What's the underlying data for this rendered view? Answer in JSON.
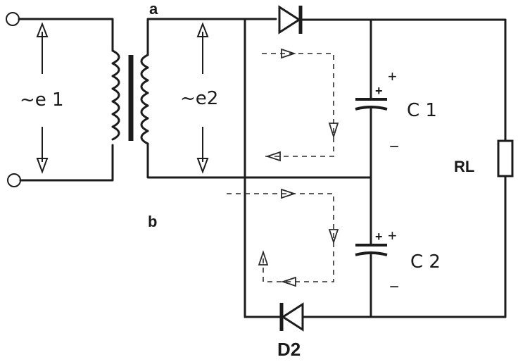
{
  "labels": {
    "node_a": "a",
    "node_b": "b",
    "primary_emf": "~e 1",
    "secondary_emf": "~e2",
    "cap1": "C 1",
    "cap2": "C 2",
    "load": "RL",
    "diode2": "D2",
    "plus": "+",
    "minus": "−"
  },
  "colors": {
    "ink": "#1c1c1c",
    "paper": "#ffffff"
  }
}
